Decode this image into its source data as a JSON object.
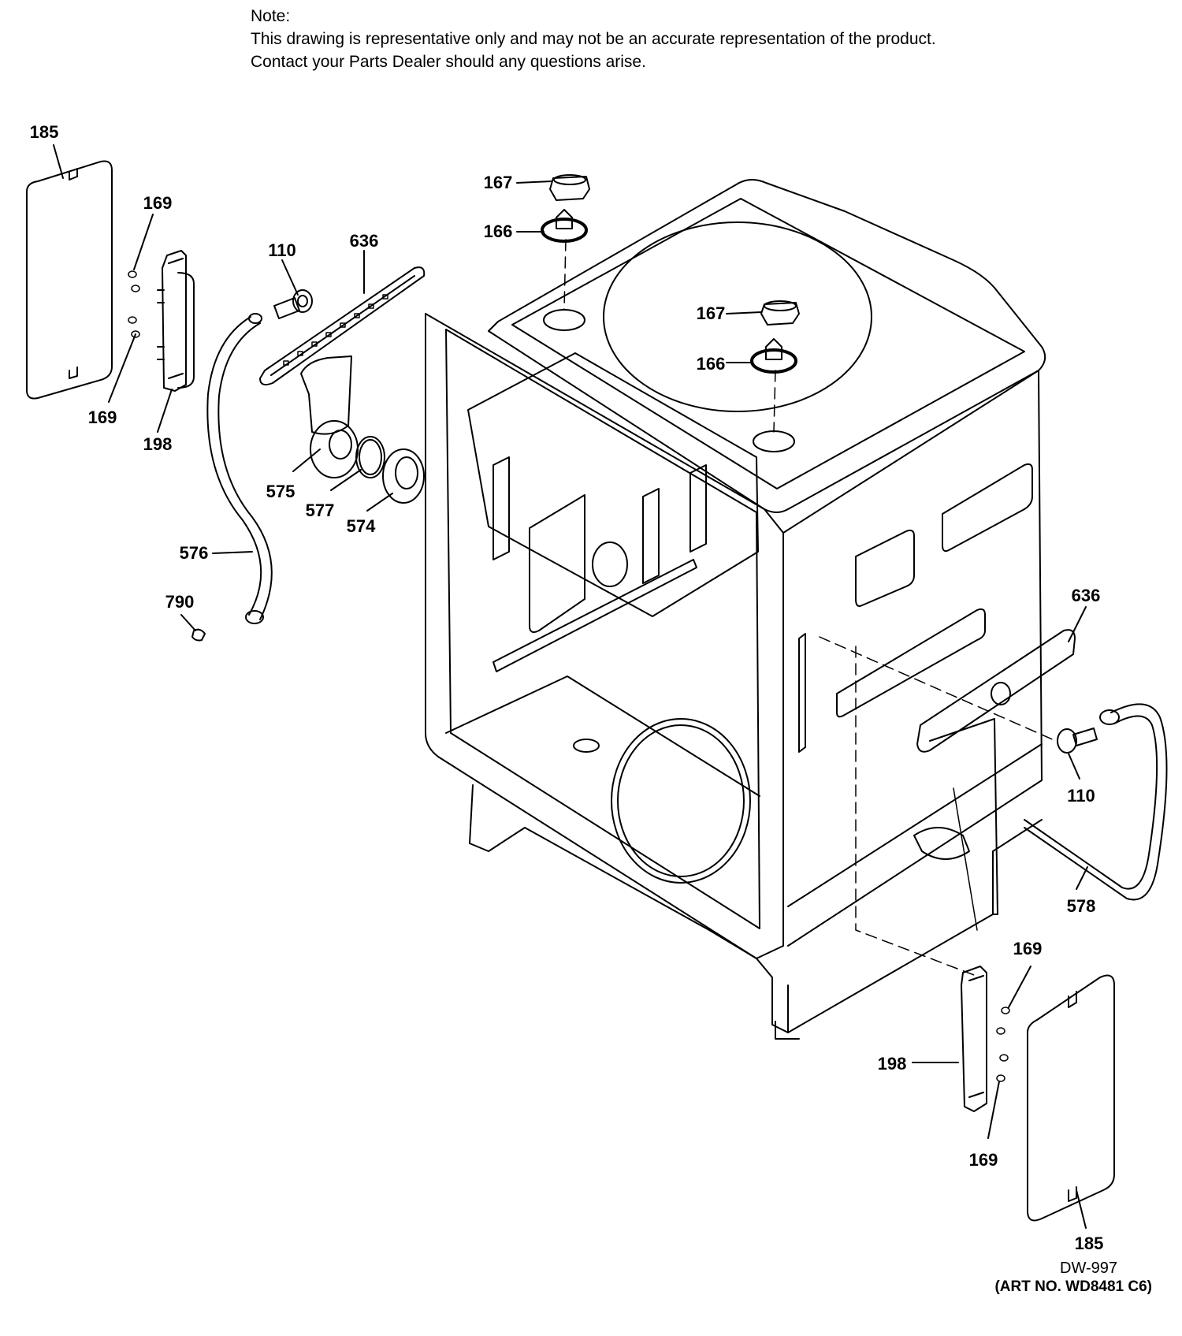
{
  "note": {
    "heading": "Note:",
    "line1": "This drawing is representative only and may not be an accurate representation of the product.",
    "line2": "Contact your Parts Dealer should any questions arise."
  },
  "callouts": [
    {
      "label": "185"
    },
    {
      "label": "169"
    },
    {
      "label": "169"
    },
    {
      "label": "198"
    },
    {
      "label": "110"
    },
    {
      "label": "636"
    },
    {
      "label": "167"
    },
    {
      "label": "166"
    },
    {
      "label": "167"
    },
    {
      "label": "166"
    },
    {
      "label": "575"
    },
    {
      "label": "577"
    },
    {
      "label": "574"
    },
    {
      "label": "576"
    },
    {
      "label": "790"
    },
    {
      "label": "636"
    },
    {
      "label": "110"
    },
    {
      "label": "578"
    },
    {
      "label": "169"
    },
    {
      "label": "198"
    },
    {
      "label": "169"
    },
    {
      "label": "185"
    }
  ],
  "footer": {
    "drawing_code": "DW-997",
    "art_number": "(ART NO. WD8481 C6)"
  }
}
